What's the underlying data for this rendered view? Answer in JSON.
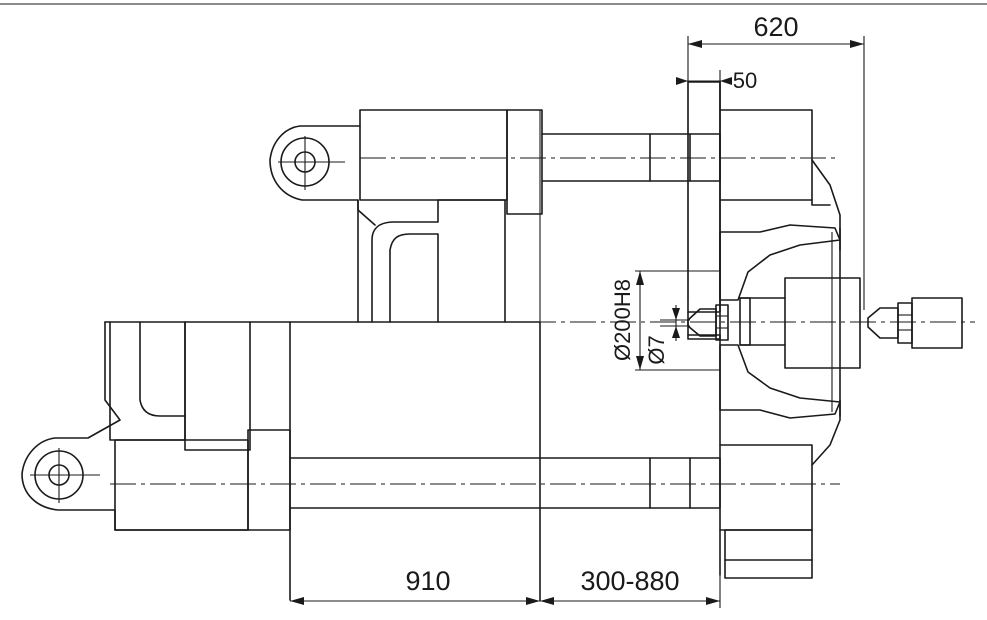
{
  "dimensions": {
    "width_total": "620",
    "platen_offset": "50",
    "bore_diameter": "Ø200H8",
    "nozzle_diameter": "Ø7",
    "stroke_length": "910",
    "opening_range": "300-880"
  }
}
